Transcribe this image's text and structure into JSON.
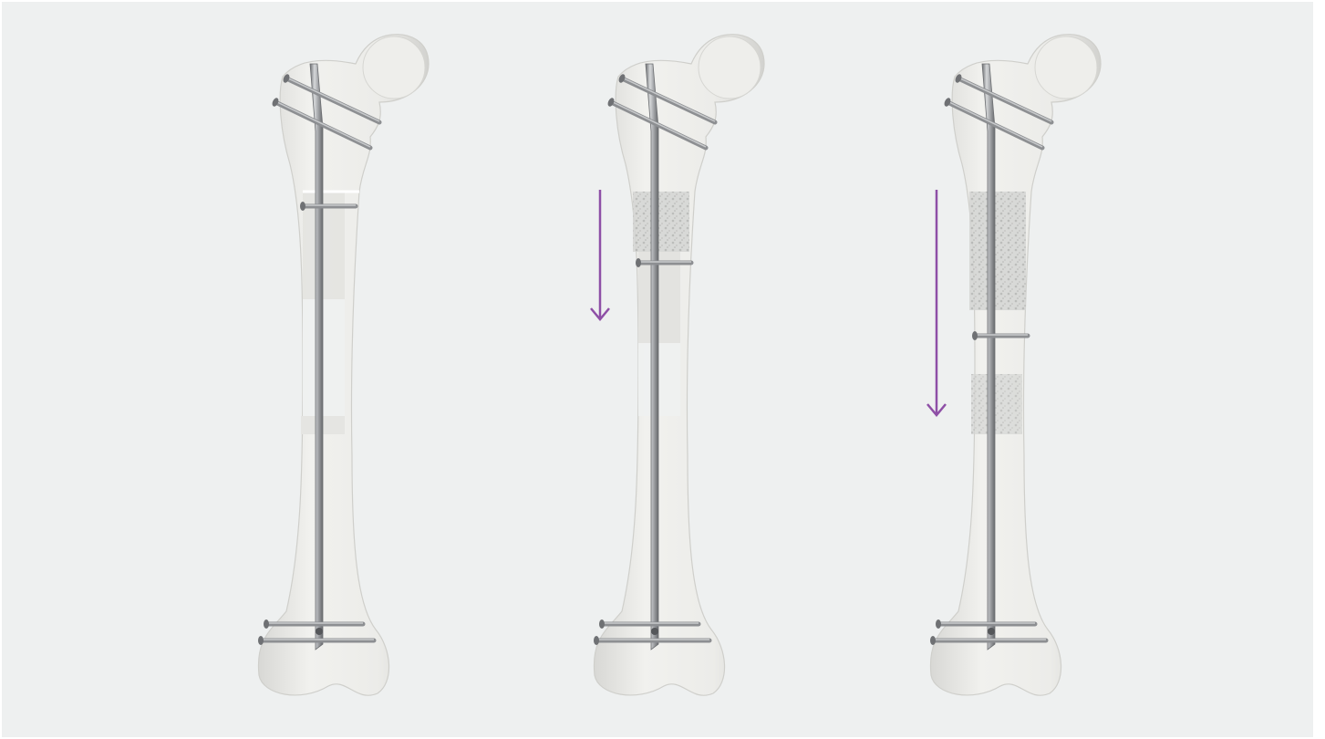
{
  "colors": {
    "background": "#eef0f0",
    "bone": "#e9e9e6",
    "bone_outline": "#cfcfcb",
    "nail": "#9a9c9f",
    "screw": "#8d8f92",
    "regenerate": "#c9cac8",
    "arrow": "#8e4fa6"
  },
  "icons": [
    "femur-bone",
    "intramedullary-nail",
    "locking-screw",
    "transport-direction-arrow"
  ],
  "figures": [
    {
      "stage": "initial",
      "transport_arrow": false,
      "regenerate_fill": 0.0
    },
    {
      "stage": "intermediate",
      "transport_arrow": true,
      "regenerate_fill": 0.35
    },
    {
      "stage": "final",
      "transport_arrow": true,
      "regenerate_fill": 1.0
    }
  ]
}
